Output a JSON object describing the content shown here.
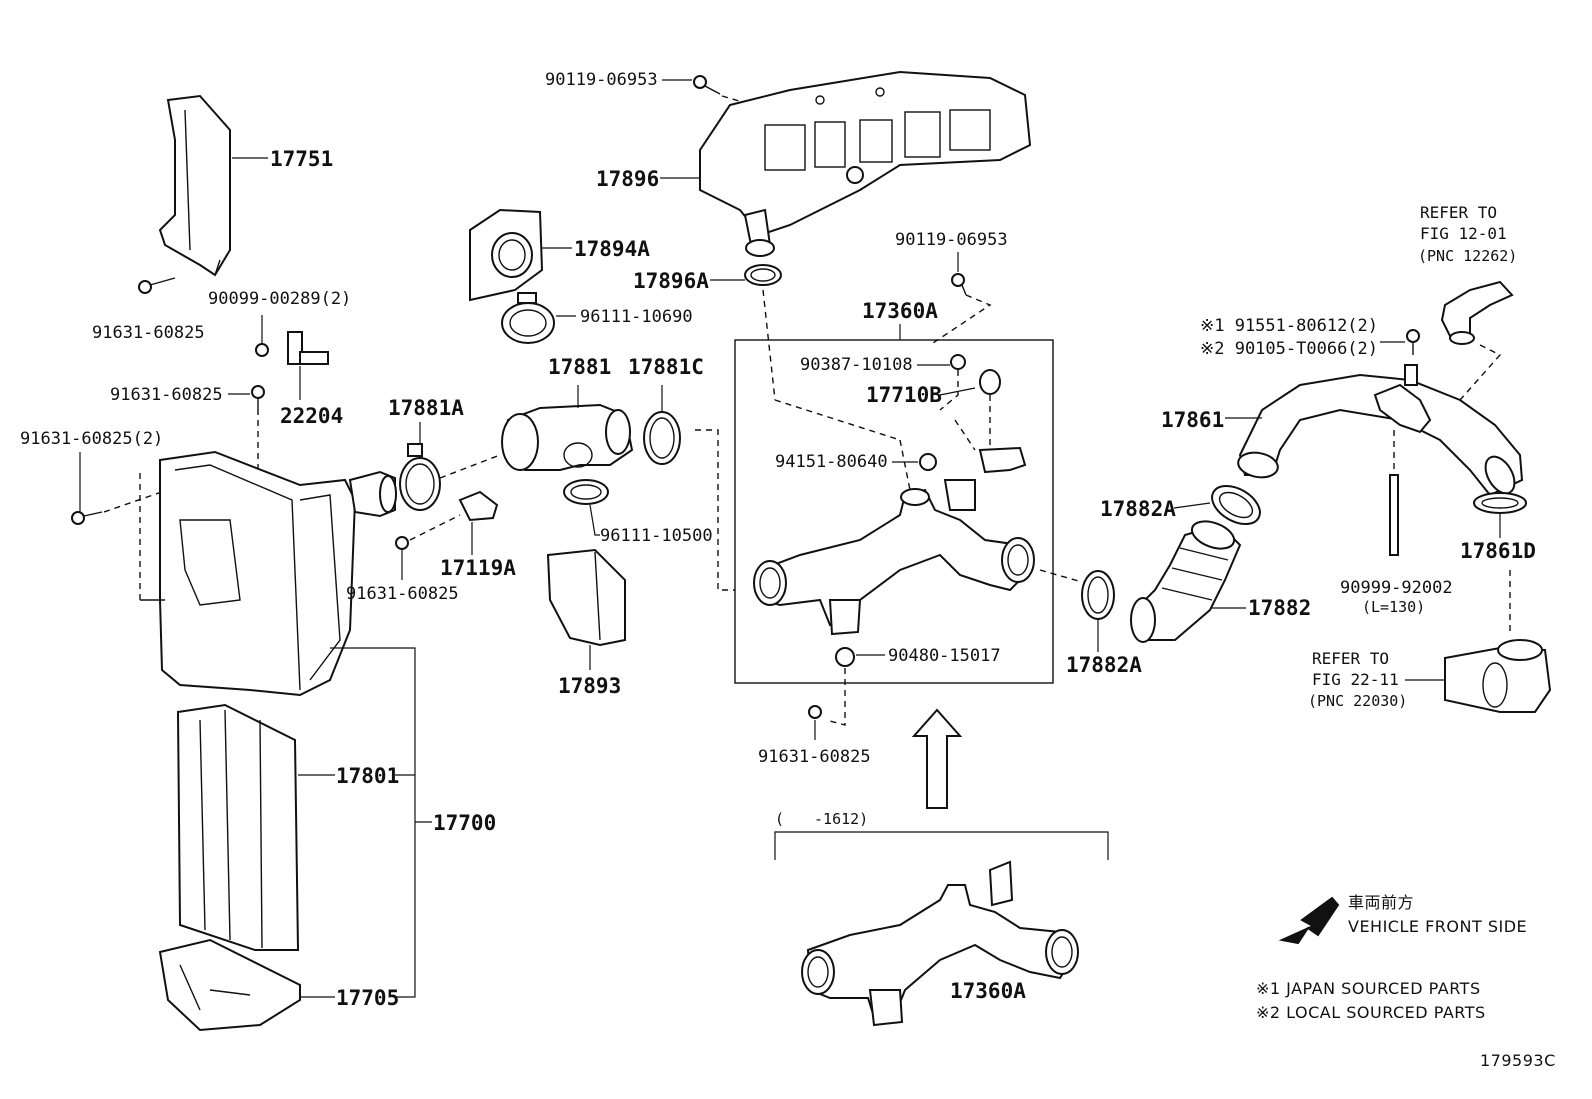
{
  "parts": {
    "p17751": "17751",
    "p91631_60825_a": "91631-60825",
    "p90099_00289": "90099-00289(2)",
    "p91631_60825_b": "91631-60825",
    "p22204": "22204",
    "p91631_60825_2": "91631-60825(2)",
    "p17881A": "17881A",
    "p17119A": "17119A",
    "p91631_60825_c": "91631-60825",
    "p17801": "17801",
    "p17700": "17700",
    "p17705": "17705",
    "p90119_06953_a": "90119-06953",
    "p17896": "17896",
    "p17894A": "17894A",
    "p17896A": "17896A",
    "p96111_10690": "96111-10690",
    "p17881": "17881",
    "p17881C": "17881C",
    "p96111_10500": "96111-10500",
    "p17893": "17893",
    "p90119_06953_b": "90119-06953",
    "p17360A": "17360A",
    "p90387_10108": "90387-10108",
    "p17710B": "17710B",
    "p94151_80640": "94151-80640",
    "p90480_15017": "90480-15017",
    "p91631_60825_d": "91631-60825",
    "p17882A_a": "17882A",
    "p17882": "17882",
    "p17882A_b": "17882A",
    "p17861": "17861",
    "p91551_80612": "※1 91551-80612(2)",
    "p90105_T0066": "※2 90105-T0066(2)",
    "p17861D": "17861D",
    "p90999_92002": "90999-92002",
    "p90999_len": "(L=130)",
    "p17360A_b": "17360A"
  },
  "refs": {
    "ref1_l1": "REFER TO",
    "ref1_l2": "FIG 12-01",
    "ref1_l3": "(PNC 12262)",
    "ref2_l1": "REFER TO",
    "ref2_l2": "FIG 22-11",
    "ref2_l3": "(PNC 22030)"
  },
  "range_label": "(　　-1612)",
  "legend": {
    "front_jp": "車両前方",
    "front_en": "VEHICLE FRONT SIDE",
    "note1": "※1 JAPAN SOURCED PARTS",
    "note2": "※2 LOCAL SOURCED PARTS"
  },
  "figure_id": "179593C"
}
